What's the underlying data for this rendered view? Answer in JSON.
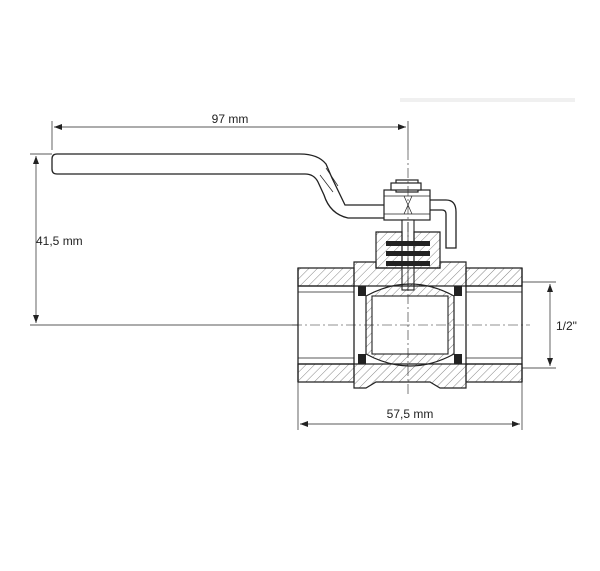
{
  "dimensions": {
    "handle_length": "97 mm",
    "handle_height": "41,5 mm",
    "body_length": "57,5 mm",
    "thread_size": "1/2\""
  }
}
